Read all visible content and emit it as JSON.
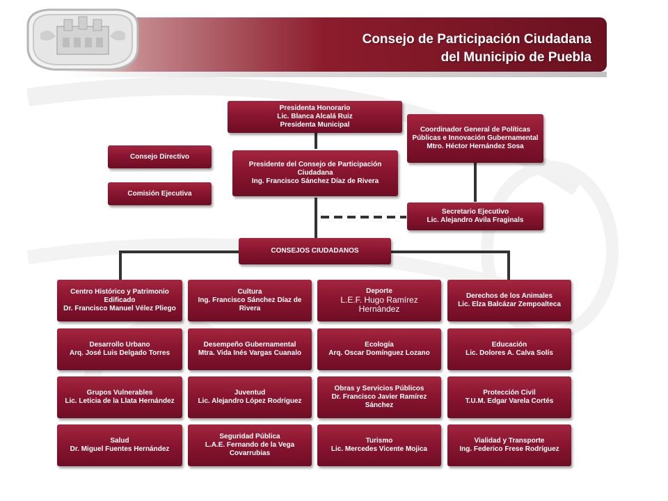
{
  "header": {
    "title_line1": "Consejo de Participación Ciudadana",
    "title_line2": "del Municipio de Puebla"
  },
  "logo": {
    "icon": "municipal-crest-icon"
  },
  "colors": {
    "box": "#8a1530",
    "box_dark": "#6e0d24",
    "header": "#6a1120",
    "connector": "#333333"
  },
  "org": {
    "honorario": {
      "title": "Presidenta Honorario",
      "name": "Lic. Blanca Alcalá Ruiz",
      "role": "Presidenta Municipal"
    },
    "coordinador": {
      "title": "Coordinador General de Políticas Públicas e Innovación Gubernamental",
      "name": "Mtro. Héctor Hernández Sosa"
    },
    "consejo_directivo": {
      "title": "Consejo Directivo"
    },
    "comision_ejecutiva": {
      "title": "Comisión Ejecutiva"
    },
    "presidente": {
      "title": "Presidente del Consejo de Participación Ciudadana",
      "name": "Ing. Francisco Sánchez Díaz de Rivera"
    },
    "secretario": {
      "title": "Secretario Ejecutivo",
      "name": "Lic. Alejandro Avila Fraginals"
    },
    "consejos": {
      "title": "CONSEJOS CIUDADANOS"
    }
  },
  "councils": [
    {
      "title": "Centro Histórico y Patrimonio Edificado",
      "name": "Dr. Francisco Manuel Vélez Pliego"
    },
    {
      "title": "Cultura",
      "name": "Ing. Francisco Sánchez Díaz de Rivera"
    },
    {
      "title": "Deporte",
      "name": "L.E.F. Hugo Ramírez Hernández"
    },
    {
      "title": "Derechos de los Animales",
      "name": "Lic. Elza Balcázar Zempoalteca"
    },
    {
      "title": "Desarrollo Urbano",
      "name": "Arq. José Luis Delgado Torres"
    },
    {
      "title": "Desempeño Gubernamental",
      "name": "Mtra. Vida Inés Vargas Cuanalo"
    },
    {
      "title": "Ecología",
      "name": "Arq. Oscar Domínguez Lozano"
    },
    {
      "title": "Educación",
      "name": "Lic. Dolores A. Calva Solís"
    },
    {
      "title": "Grupos Vulnerables",
      "name": "Lic. Leticia de la Llata Hernández"
    },
    {
      "title": "Juventud",
      "name": "Lic. Alejandro López Rodríguez"
    },
    {
      "title": "Obras y Servicios Públicos",
      "name": "Dr. Francisco Javier Ramírez Sánchez"
    },
    {
      "title": "Protección Civil",
      "name": "T.U.M. Edgar Varela Cortés"
    },
    {
      "title": "Salud",
      "name": "Dr. Miguel Fuentes Hernández"
    },
    {
      "title": "Seguridad Pública",
      "name": "L.A.E. Fernando de la Vega Covarrubias"
    },
    {
      "title": "Turismo",
      "name": "Lic. Mercedes Vicente Mojica"
    },
    {
      "title": "Vialidad y Transporte",
      "name": "Ing. Federico Frese Rodríguez"
    }
  ]
}
